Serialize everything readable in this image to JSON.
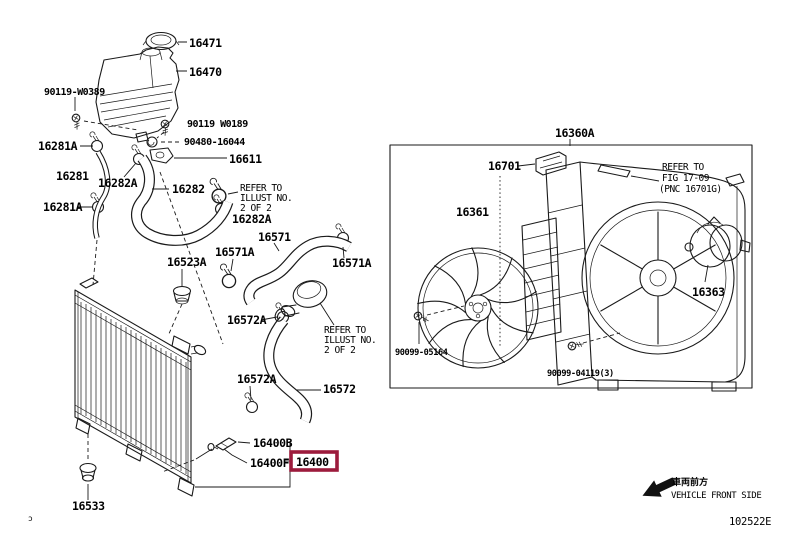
{
  "diagram": {
    "highlight_color": "#9c1b3c",
    "line_color": "#1a1a1a",
    "code": "102522E",
    "corner_mark": "ɔ",
    "front_direction": {
      "jp": "車両前方",
      "en": "VEHICLE FRONT SIDE"
    },
    "labels": {
      "cap": "16471",
      "reserve_tank": "16470",
      "bolt_reserve_tank": "90119-W0389",
      "bolt_bracket": "90119 W0189",
      "grommet_90480": "90480-16044",
      "bracket_16611": "16611",
      "clamp_16281a_upper": "16281A",
      "hose_16281": "16281",
      "clamp_16282a_left": "16282A",
      "hose_16282": "16282",
      "clamp_16281a_lower": "16281A",
      "clamp_16282a_right": "16282A",
      "hose_16571": "16571",
      "clamp_16571a_left": "16571A",
      "clamp_16571a_right": "16571A",
      "grommet_16523a": "16523A",
      "clamp_16572a_upper": "16572A",
      "clamp_16572a_lower": "16572A",
      "hose_16572": "16572",
      "sensor_16400b": "16400B",
      "part_16400f": "16400F",
      "radiator_assy": "16400",
      "drain_plug": "16533",
      "shroud_assy": "16360A",
      "packing_16701": "16701",
      "fan_16361": "16361",
      "motor_16363": "16363",
      "bolt_90099_05164": "90099-05164",
      "screw_90099_04119": "90099-04119(3)"
    },
    "notes": {
      "illust_upper": [
        "REFER TO",
        "ILLUST NO.",
        "2 OF 2"
      ],
      "illust_lower": [
        "REFER TO",
        "ILLUST NO.",
        "2 OF 2"
      ],
      "fig": [
        "REFER TO",
        "FIG 17-09",
        "(PNC 16701G)"
      ]
    }
  }
}
